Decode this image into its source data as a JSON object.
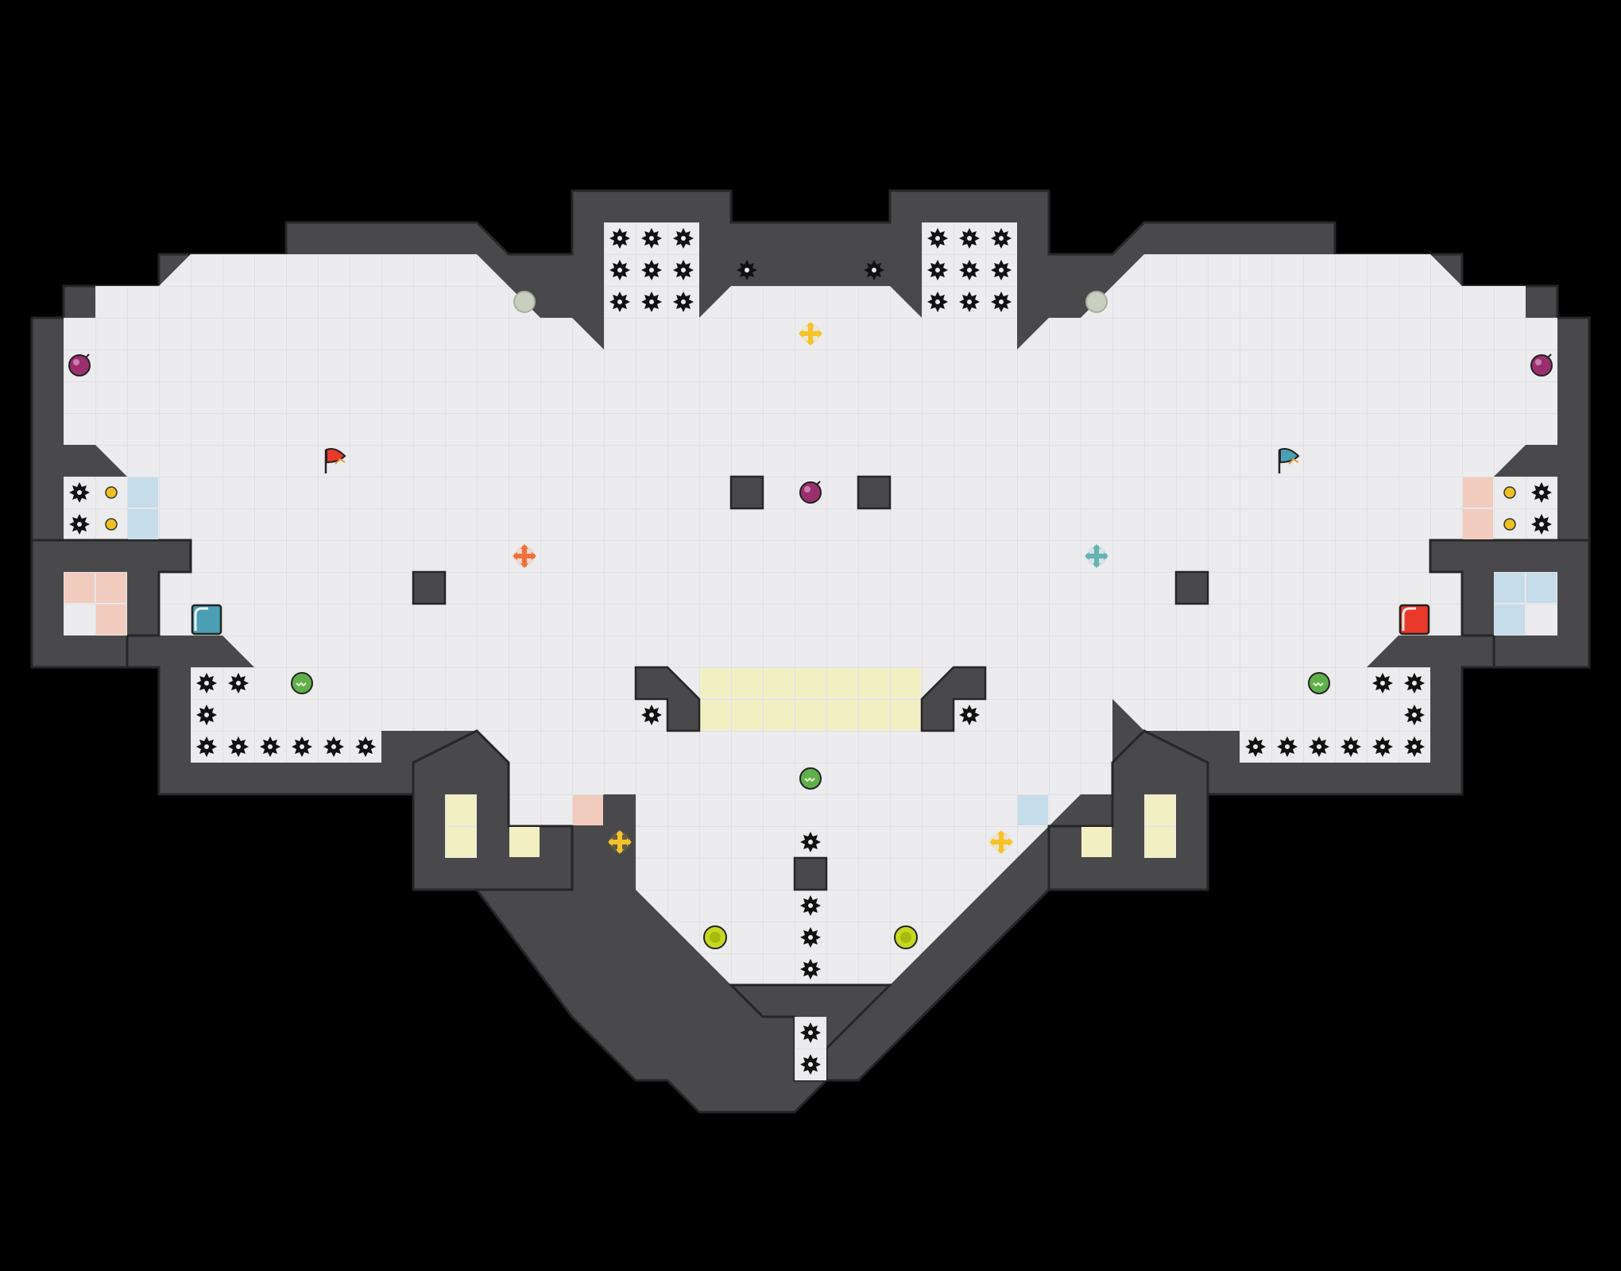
{
  "map": {
    "name": "heart-arena",
    "background_color": "#000000",
    "floor_color": "#ececee",
    "tile_line_color": "#dcdcde",
    "wall_color": "#49494c",
    "wall_edge_color": "#262628",
    "block_color": "#49494c"
  },
  "colors": {
    "red_team": "#e8392a",
    "blue_team": "#4a9fb3",
    "boost_red": "#f2cbbf",
    "boost_blue": "#c7dcea",
    "gate_yellow": "#f2f0c2",
    "spike": "#111111",
    "bomb": "#9a2f6e",
    "neutral_bomb": "#c9cfbe",
    "juke_juice": "#5fb04a",
    "rolling_bomb": "#c7d820",
    "powerup_yellow": "#f6c22a",
    "powerup_orange": "#f0703a",
    "powerup_teal": "#66b3b3",
    "button_yellow": "#f0c020"
  },
  "items": {
    "flags": [
      {
        "team": "red",
        "icon": "red-flag-icon"
      },
      {
        "team": "blue",
        "icon": "blue-flag-icon"
      }
    ],
    "bombs": [
      "bomb-icon",
      "bomb-icon",
      "bomb-icon"
    ],
    "neutral_bombs": [
      "neutral-bomb-icon",
      "neutral-bomb-icon"
    ],
    "juke_juice": [
      "juke-juice-icon",
      "juke-juice-icon",
      "juke-juice-icon"
    ],
    "rolling_bombs": [
      "rolling-bomb-icon",
      "rolling-bomb-icon"
    ],
    "powerups": [
      {
        "color": "yellow",
        "icon": "powerup-icon"
      },
      {
        "color": "orange",
        "icon": "powerup-icon"
      },
      {
        "color": "teal",
        "icon": "powerup-icon"
      },
      {
        "color": "yellow",
        "icon": "powerup-icon"
      },
      {
        "color": "yellow",
        "icon": "powerup-icon"
      }
    ],
    "end_zones": [
      {
        "team": "blue",
        "icon": "blue-endzone-icon"
      },
      {
        "team": "red",
        "icon": "red-endzone-icon"
      }
    ]
  }
}
